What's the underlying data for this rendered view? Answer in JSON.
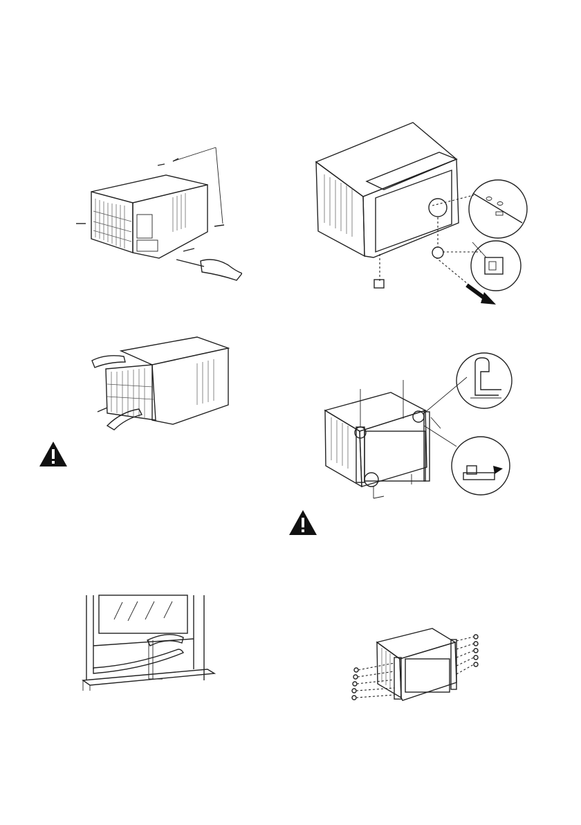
{
  "figures": [
    {
      "id": "remove-screws"
    },
    {
      "id": "pull-chassis"
    },
    {
      "id": "window-foam-strip"
    },
    {
      "id": "cabinet-bracket"
    },
    {
      "id": "side-curtain-install"
    },
    {
      "id": "curtain-screws"
    }
  ],
  "warnings": [
    {
      "id": "warning-left",
      "icon": "warning-triangle-icon"
    },
    {
      "id": "warning-right",
      "icon": "warning-triangle-icon"
    }
  ],
  "colors": {
    "line": "#222222",
    "fill": "#ffffff",
    "warning": "#111111"
  }
}
